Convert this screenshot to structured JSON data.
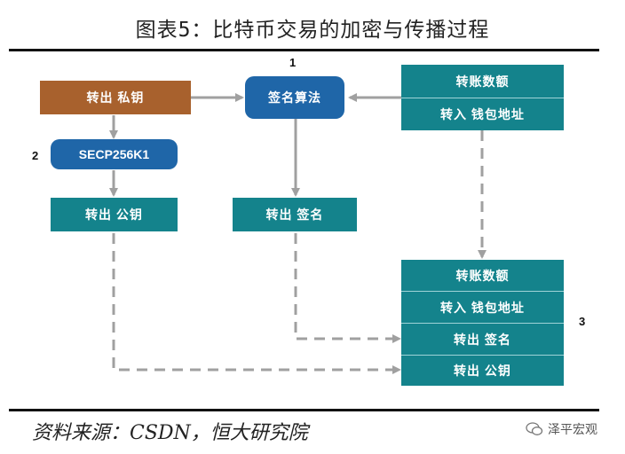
{
  "title": "图表5：比特币交易的加密与传播过程",
  "nodes": {
    "private_key": "转出 私钥",
    "signature_algo": "签名算法",
    "secp": "SECP256K1",
    "public_key": "转出 公钥",
    "signature": "转出 签名",
    "transaction_top": [
      "转账数额",
      "转入 钱包地址"
    ],
    "transaction_bottom": [
      "转账数额",
      "转入 钱包地址",
      "转出 签名",
      "转出 公钥"
    ]
  },
  "step_numbers": [
    "1",
    "2",
    "3"
  ],
  "source": "资料来源：CSDN，恒大研究院",
  "watermark": "泽平宏观",
  "colors": {
    "teal": "#14838c",
    "brown": "#a8612d",
    "blue": "#1f66a8",
    "arrow": "#a0a0a0"
  }
}
